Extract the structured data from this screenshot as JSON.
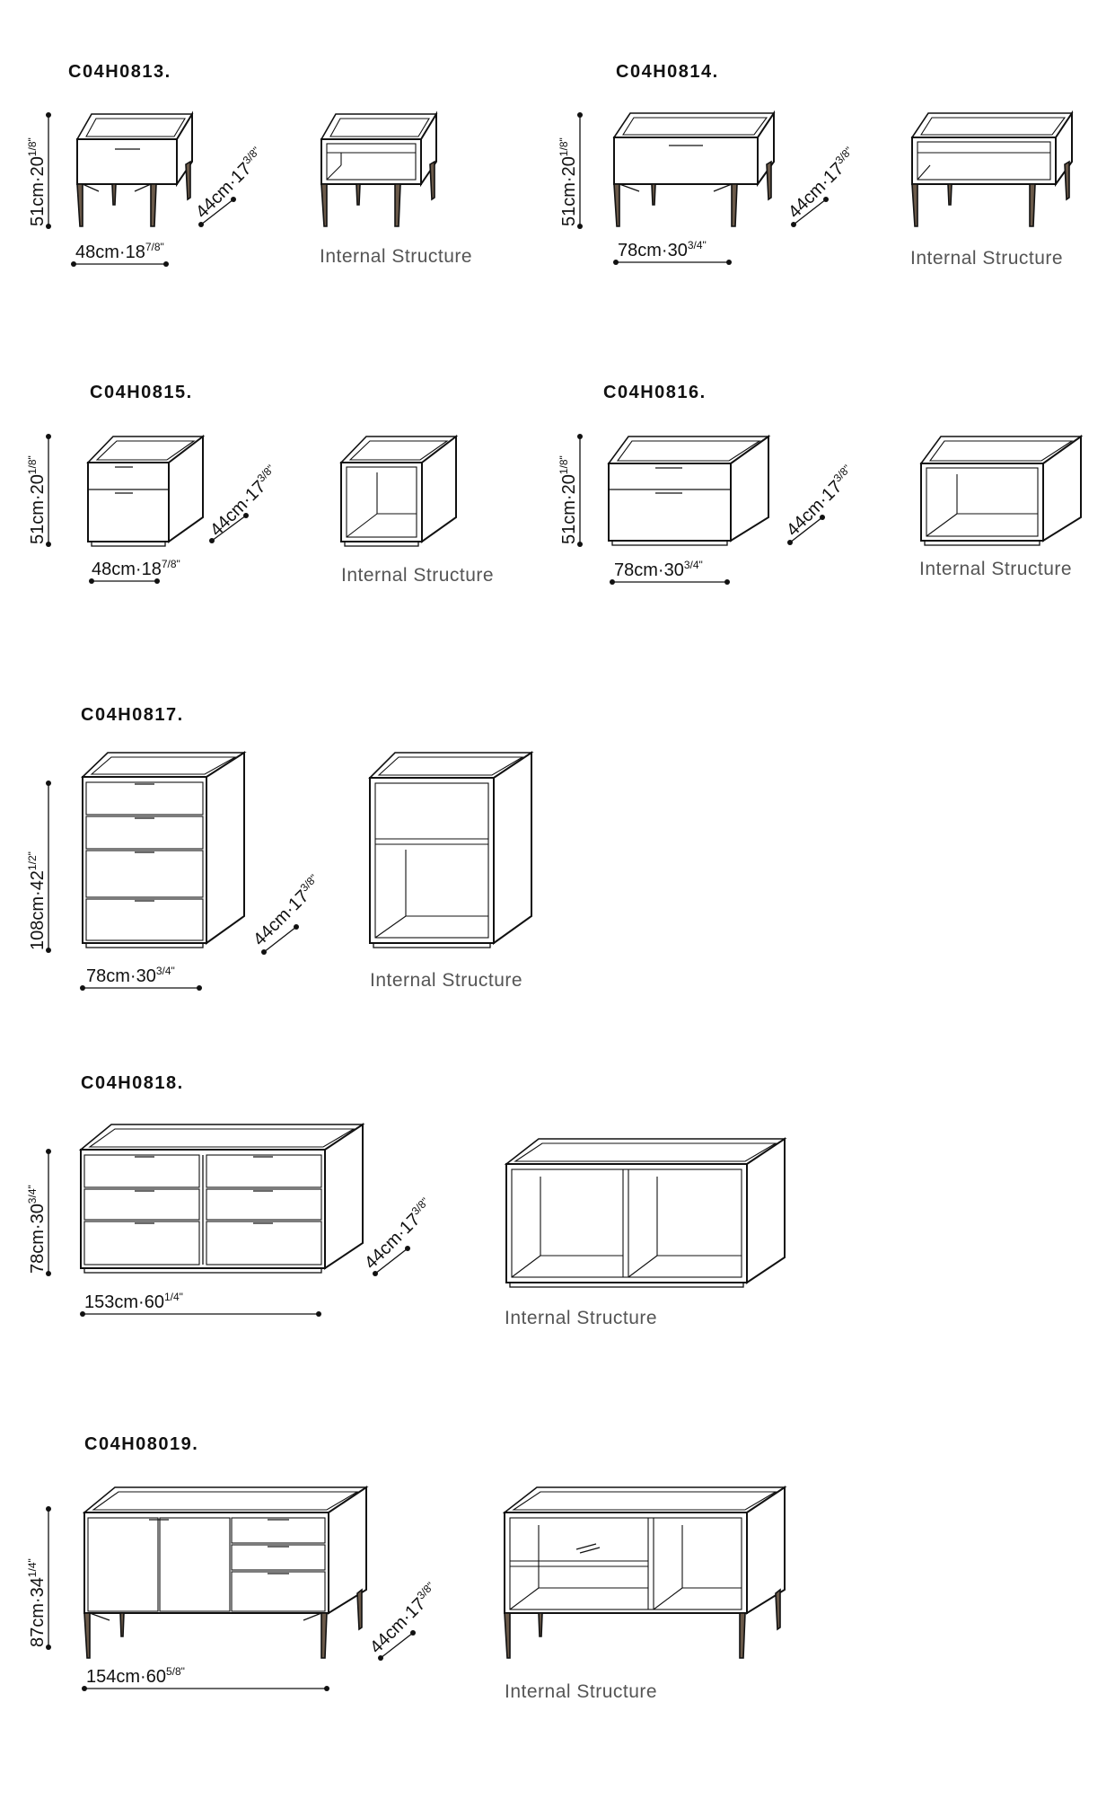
{
  "products": [
    {
      "code": "C04H0813.",
      "caption": "Internal Structure",
      "height": {
        "main": "51cm·20",
        "frac": "1/8\""
      },
      "width": {
        "main": "48cm·18",
        "frac": "7/8\""
      },
      "depth": {
        "main": "44cm·17",
        "frac": "3/8\""
      }
    },
    {
      "code": "C04H0814.",
      "caption": "Internal Structure",
      "height": {
        "main": "51cm·20",
        "frac": "1/8\""
      },
      "width": {
        "main": "78cm·30",
        "frac": "3/4\""
      },
      "depth": {
        "main": "44cm·17",
        "frac": "3/8\""
      }
    },
    {
      "code": "C04H0815.",
      "caption": "Internal Structure",
      "height": {
        "main": "51cm·20",
        "frac": "1/8\""
      },
      "width": {
        "main": "48cm·18",
        "frac": "7/8\""
      },
      "depth": {
        "main": "44cm·17",
        "frac": "3/8\""
      }
    },
    {
      "code": "C04H0816.",
      "caption": "Internal Structure",
      "height": {
        "main": "51cm·20",
        "frac": "1/8\""
      },
      "width": {
        "main": "78cm·30",
        "frac": "3/4\""
      },
      "depth": {
        "main": "44cm·17",
        "frac": "3/8\""
      }
    },
    {
      "code": "C04H0817.",
      "caption": "Internal Structure",
      "height": {
        "main": "108cm·42",
        "frac": "1/2\""
      },
      "width": {
        "main": "78cm·30",
        "frac": "3/4\""
      },
      "depth": {
        "main": "44cm·17",
        "frac": "3/8\""
      }
    },
    {
      "code": "C04H0818.",
      "caption": "Internal Structure",
      "height": {
        "main": "78cm·30",
        "frac": "3/4\""
      },
      "width": {
        "main": "153cm·60",
        "frac": "1/4\""
      },
      "depth": {
        "main": "44cm·17",
        "frac": "3/8\""
      }
    },
    {
      "code": "C04H08019.",
      "caption": "Internal Structure",
      "height": {
        "main": "87cm·34",
        "frac": "1/4\""
      },
      "width": {
        "main": "154cm·60",
        "frac": "5/8\""
      },
      "depth": {
        "main": "44cm·17",
        "frac": "3/8\""
      }
    }
  ],
  "colors": {
    "line": "#111111",
    "leg": "#6b5a4a",
    "caption": "#555555"
  }
}
